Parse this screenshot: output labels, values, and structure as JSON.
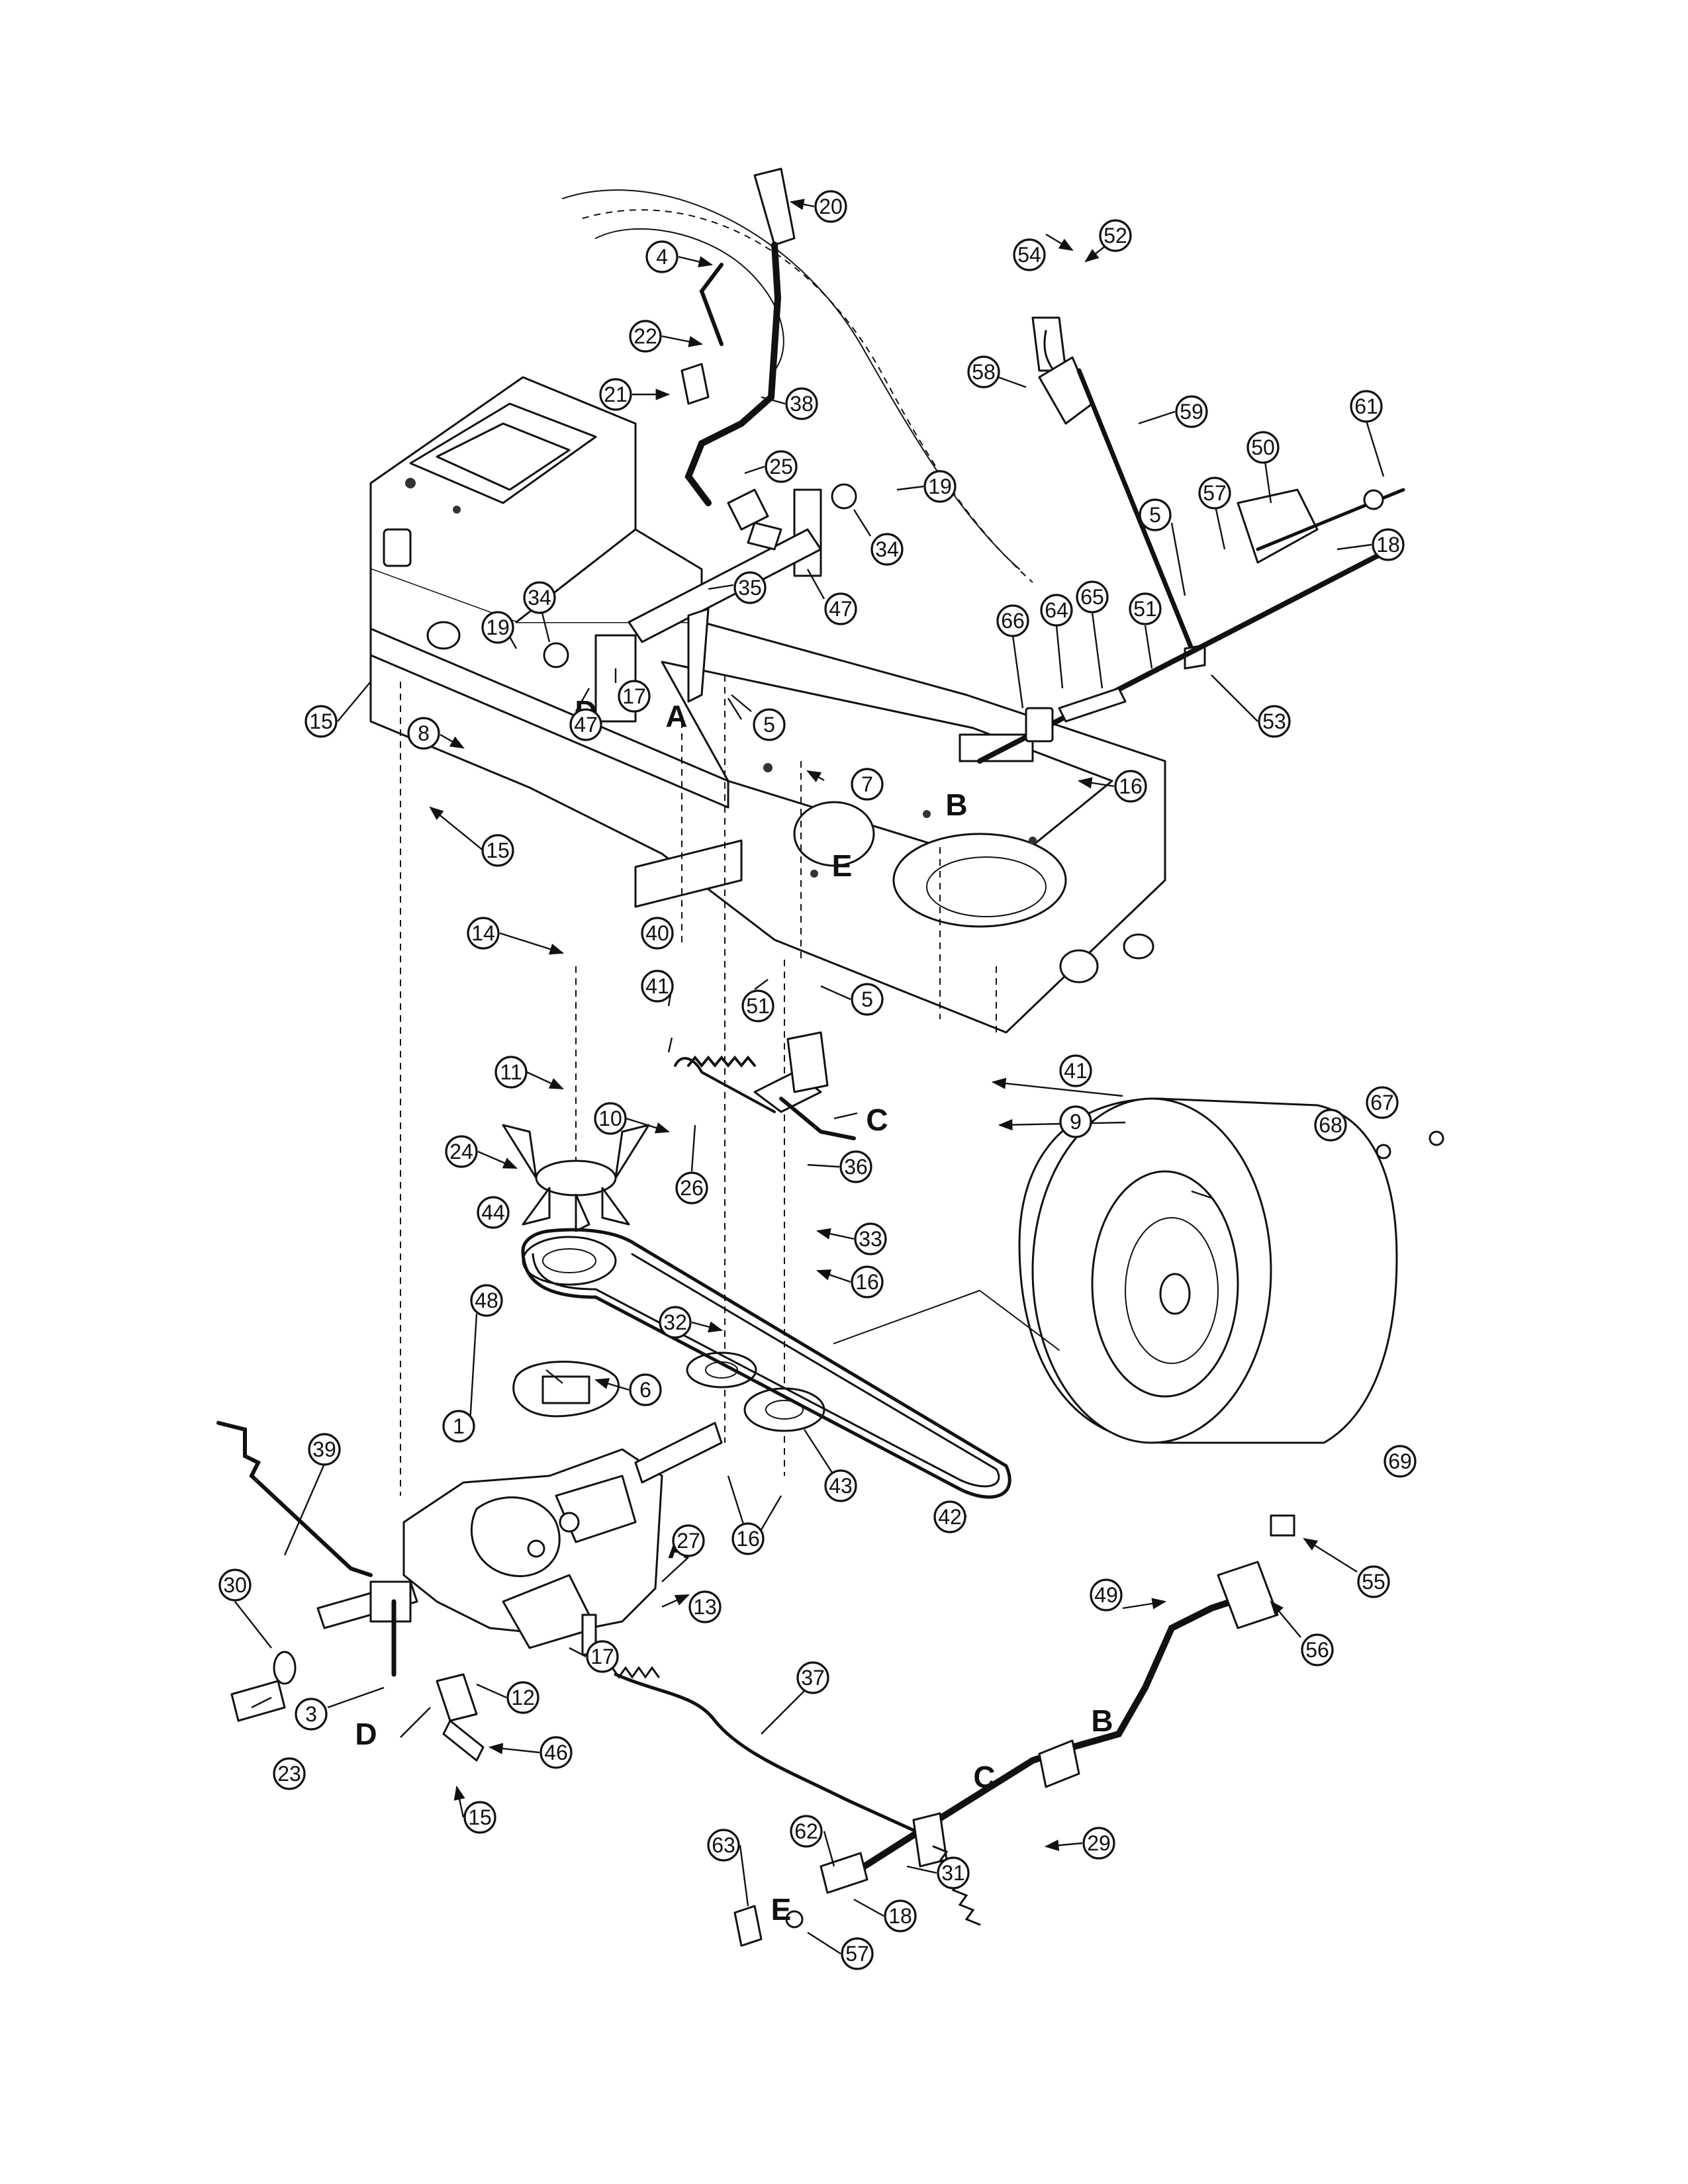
{
  "callouts": [
    "1",
    "3",
    "4",
    "5",
    "5",
    "5",
    "6",
    "7",
    "8",
    "9",
    "10",
    "11",
    "12",
    "13",
    "14",
    "15",
    "15",
    "15",
    "16",
    "16",
    "16",
    "17",
    "17",
    "18",
    "18",
    "19",
    "19",
    "20",
    "21",
    "22",
    "23",
    "24",
    "25",
    "26",
    "27",
    "29",
    "30",
    "31",
    "32",
    "33",
    "34",
    "34",
    "35",
    "36",
    "37",
    "38",
    "39",
    "40",
    "41",
    "41",
    "42",
    "43",
    "44",
    "46",
    "47",
    "47",
    "48",
    "49",
    "50",
    "51",
    "51",
    "52",
    "53",
    "54",
    "55",
    "56",
    "57",
    "57",
    "58",
    "59",
    "61",
    "62",
    "63",
    "64",
    "65",
    "66",
    "67",
    "68",
    "69"
  ],
  "reference_letters": [
    "A",
    "A",
    "B",
    "B",
    "C",
    "C",
    "D",
    "D",
    "E",
    "E"
  ]
}
